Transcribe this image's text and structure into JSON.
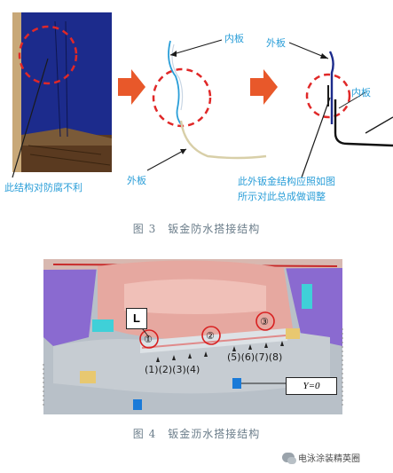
{
  "figure3": {
    "caption": "图 3　钣金防水搭接结构",
    "label_inner_1": "内板",
    "label_outer_1": "外板",
    "label_outer_2": "外板",
    "label_inner_2": "内板",
    "note_left": "此结构对防腐不利",
    "note_right_line1": "此外钣金结构应照如图",
    "note_right_line2": "所示对此总成做调整"
  },
  "figure4": {
    "caption": "图 4　钣金沥水搭接结构",
    "tag_L": "L",
    "circle_1": "①",
    "circle_2": "②",
    "circle_3": "③",
    "seq_left": "(1)(2)(3)(4)",
    "seq_right": "(5)(6)(7)(8)",
    "y_label": "Y=0"
  },
  "watermark": {
    "text": "电泳涂装精英圈"
  },
  "colors": {
    "label_cyan": "#2a9ed8",
    "arrow_orange": "#e8582a",
    "dash_red": "#e02828",
    "panel_blue": "#1c2b8c",
    "caption_gray": "#6b7d8a"
  }
}
